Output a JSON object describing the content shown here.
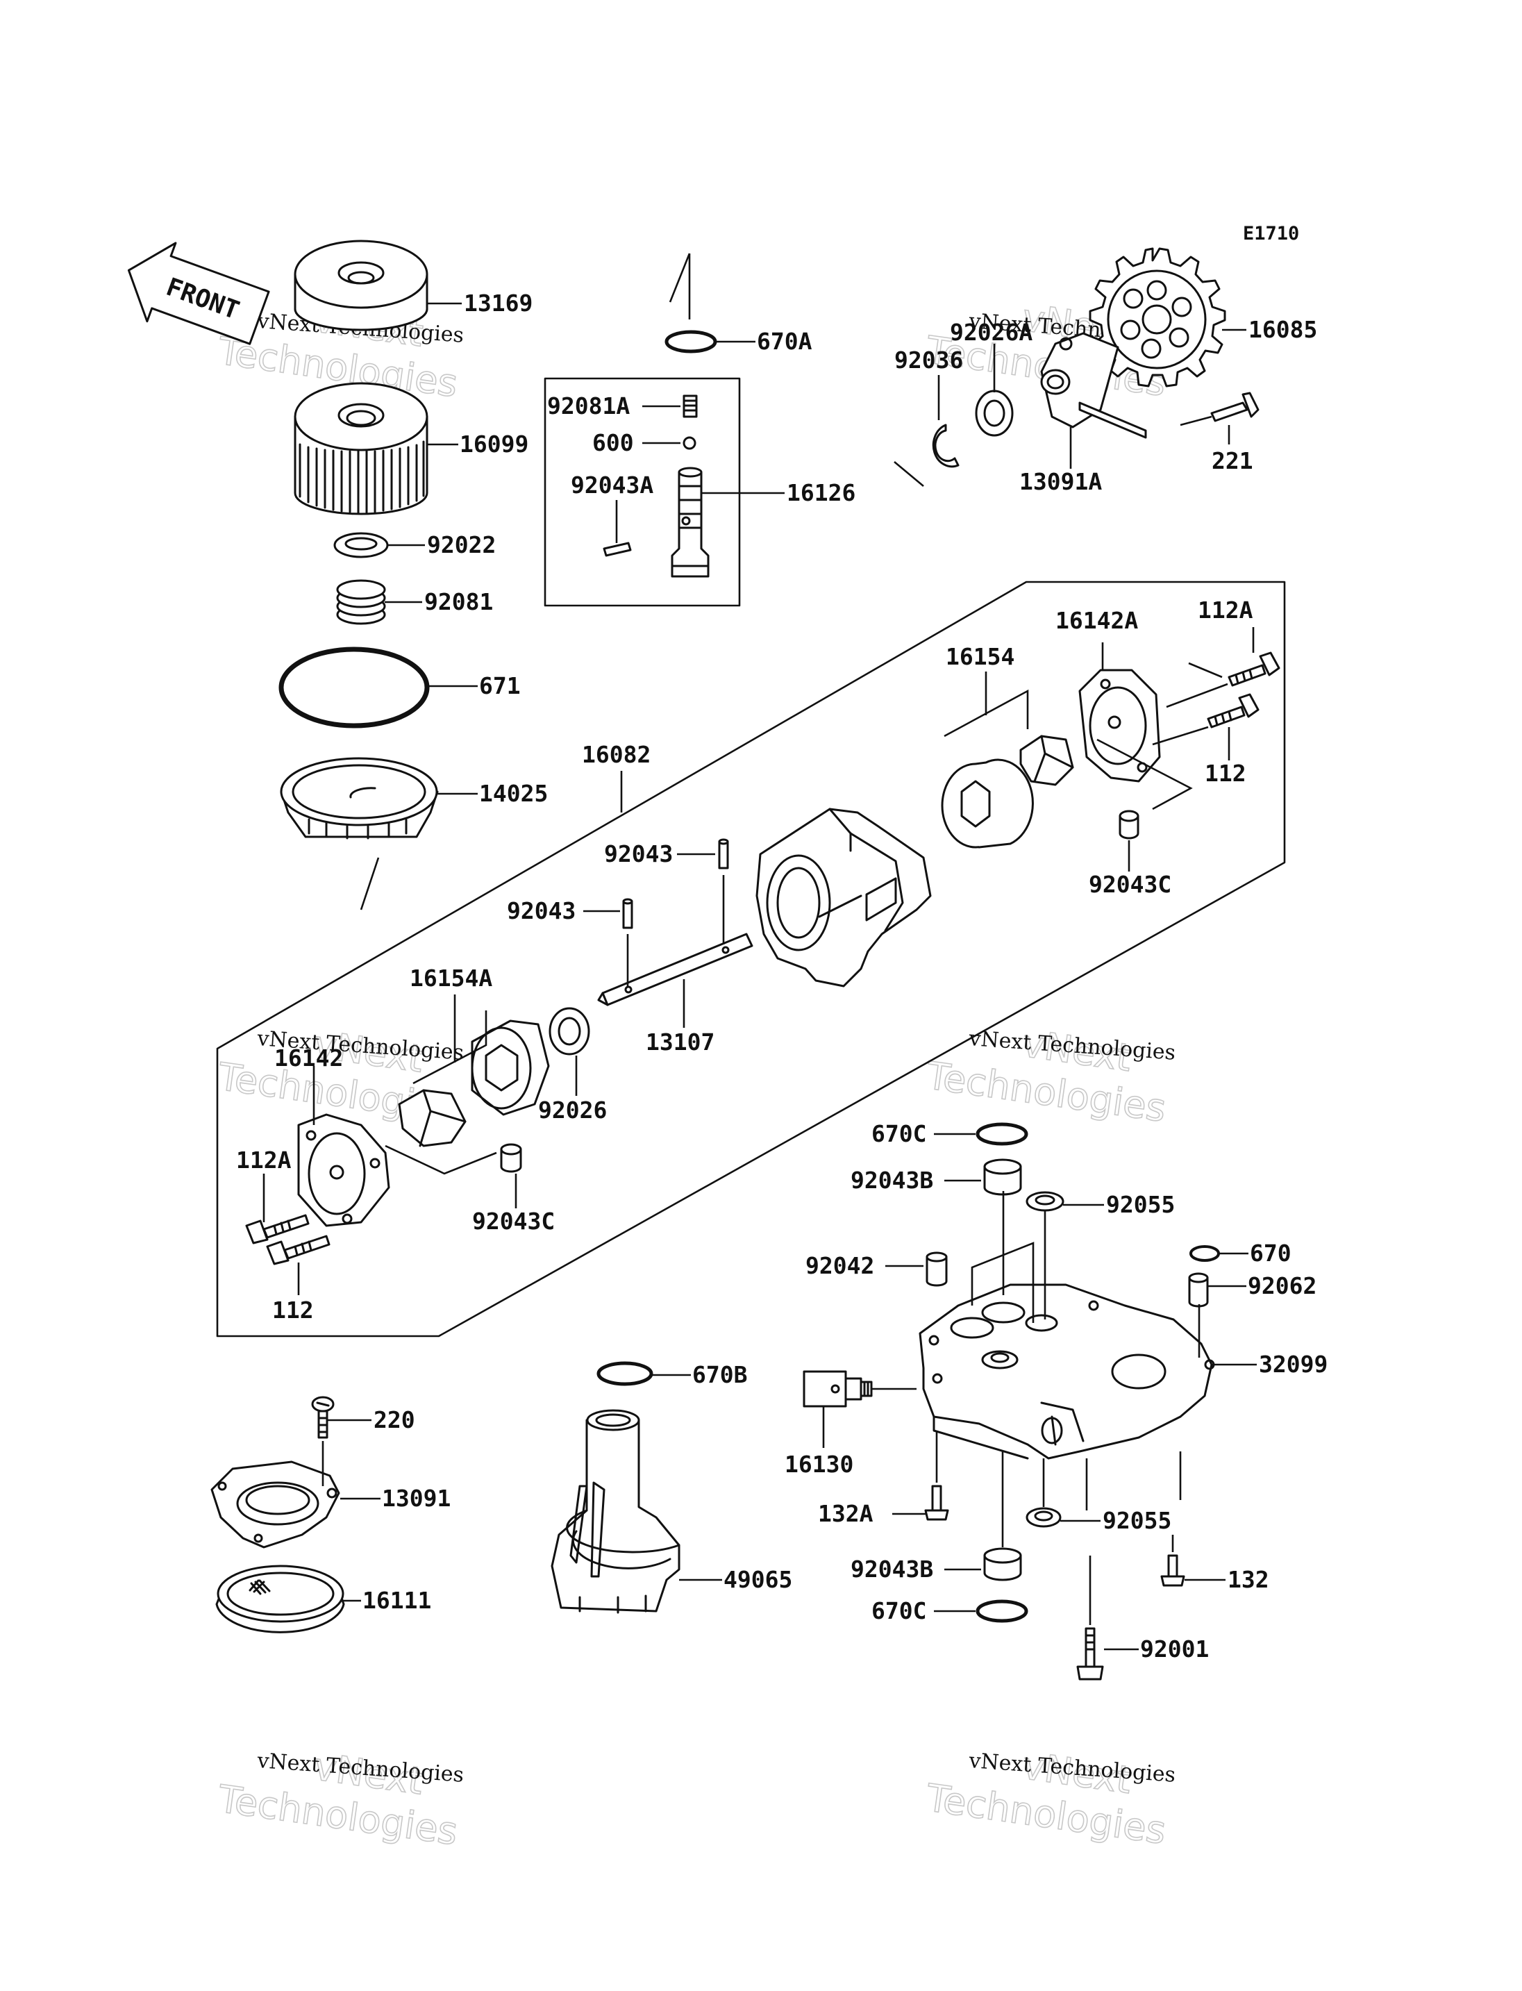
{
  "diagram_code": "E1710",
  "front_label": "FRONT",
  "watermark": {
    "line1": "vNext Technologies",
    "line2a": "vNext",
    "line2b": "Technologies"
  },
  "parts": {
    "p13169": "13169",
    "p16099": "16099",
    "p92022": "92022",
    "p92081": "92081",
    "p671": "671",
    "p14025": "14025",
    "p670A": "670A",
    "p92081A": "92081A",
    "p600": "600",
    "p92043A": "92043A",
    "p16126": "16126",
    "p92026A": "92026A",
    "p92036": "92036",
    "p16085": "16085",
    "p13091A": "13091A",
    "p221": "221",
    "p16082": "16082",
    "p16154": "16154",
    "p16142A": "16142A",
    "p112A_r": "112A",
    "p112_r": "112",
    "p92043C_r": "92043C",
    "p92043_a": "92043",
    "p92043_b": "92043",
    "p13107": "13107",
    "p16154A": "16154A",
    "p16142": "16142",
    "p92026": "92026",
    "p112A_l": "112A",
    "p92043C_l": "92043C",
    "p112_l": "112",
    "p670C_t": "670C",
    "p92043B_t": "92043B",
    "p92055_t": "92055",
    "p92042": "92042",
    "p670": "670",
    "p92062": "92062",
    "p32099": "32099",
    "p670B": "670B",
    "p16130": "16130",
    "p132A": "132A",
    "p92055_b": "92055",
    "p132": "132",
    "p92043B_b": "92043B",
    "p670C_b": "670C",
    "p92001": "92001",
    "p220": "220",
    "p13091": "13091",
    "p16111": "16111",
    "p49065": "49065"
  }
}
